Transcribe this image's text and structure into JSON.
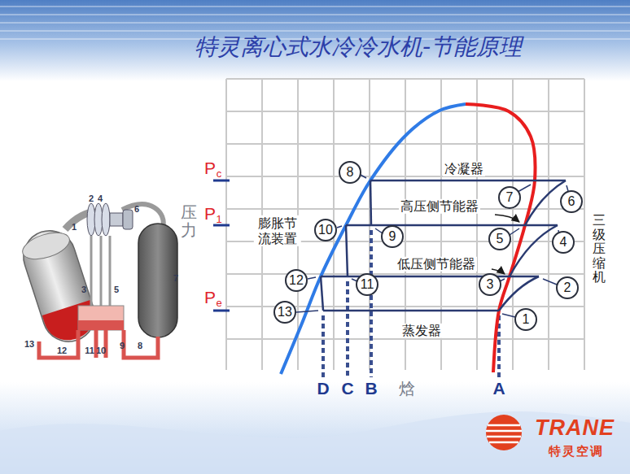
{
  "diagram": {
    "title": "特灵离心式水冷冷水机-节能原理",
    "nodes": [
      {
        "text": [
          "8"
        ]
      },
      {
        "text": [
          "7"
        ]
      },
      {
        "text": [
          "6"
        ]
      },
      {
        "text": [
          "10"
        ]
      },
      {
        "text": [
          "9"
        ]
      },
      {
        "text": [
          "5"
        ]
      },
      {
        "text": [
          "4"
        ]
      },
      {
        "text": [
          "12"
        ]
      },
      {
        "text": [
          "11"
        ]
      },
      {
        "text": [
          "3"
        ]
      },
      {
        "text": [
          "2"
        ]
      },
      {
        "text": [
          "13"
        ]
      },
      {
        "text": [
          "1"
        ]
      }
    ],
    "labels": [
      "P",
      "c",
      "P",
      "1",
      "P",
      "e",
      "压力",
      "冷凝器",
      "高压侧节能器",
      "膨胀节 流装置",
      "低压侧节能器",
      "蒸发器",
      "三级压缩机",
      "D",
      "C",
      "B",
      "焓",
      "A",
      "1",
      "2",
      "4",
      "6",
      "3",
      "5",
      "7",
      "13",
      "12",
      "11",
      "10",
      "9",
      "8",
      "TRANE",
      "特灵空调"
    ]
  }
}
